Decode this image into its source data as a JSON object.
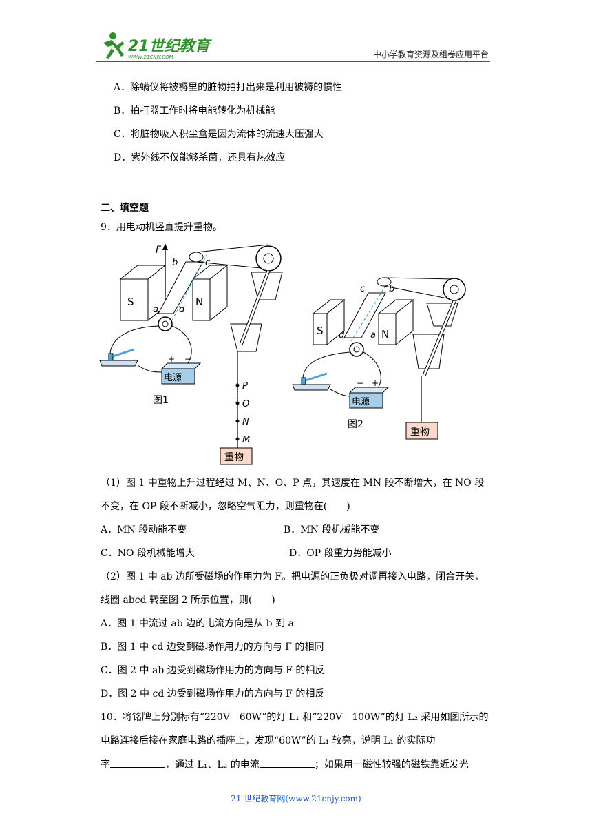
{
  "header": {
    "logo_text": "21世纪教育",
    "logo_url": "WWW.21CNJY.COM",
    "site_name": "中小学教育资源及组卷应用平台"
  },
  "options_prev": [
    "A．除螨仪将被褥里的脏物拍打出来是利用被褥的惯性",
    "B．拍打器工作时将电能转化为机械能",
    "C．将脏物吸入积尘盒是因为流体的流速大压强大",
    "D．紫外线不仅能够杀菌，还具有热效应"
  ],
  "section_title": "二、填空题",
  "q9": {
    "stem": "9．用电动机竖直提升重物。",
    "figure": {
      "fig1_label": "图1",
      "fig2_label": "图2",
      "s_label": "S",
      "n_label": "N",
      "power_label": "电源",
      "weight_label": "重物",
      "force_label": "F",
      "points": [
        "P",
        "O",
        "N",
        "M"
      ],
      "coil_labels_fig1": [
        "a",
        "b",
        "c",
        "d"
      ],
      "coil_labels_fig2": [
        "a",
        "b",
        "c",
        "d"
      ],
      "minus": "−",
      "plus": "+"
    },
    "part1_line1": "（1）图 1 中重物上升过程经过 M、N、O、P 点，其速度在 MN 段不断增大，在 NO 段",
    "part1_line2": "不变，在 OP 段不断减小，忽略空气阻力，则重物在(　　)",
    "part1_optA": "A．MN 段动能不变",
    "part1_optB": "B．MN 段机械能不变",
    "part1_optC": "C．NO 段机械能增大",
    "part1_optD": "D．OP 段重力势能减小",
    "part2_line1": "（2）图 1 中 ab 边所受磁场的作用力为 F。把电源的正负极对调再接入电路，闭合开关，",
    "part2_line2": "线圈 abcd 转至图 2 所示位置，则(　　)",
    "part2_opts": [
      "A．图 1 中流过 ab 边的电流方向是从 b 到 a",
      "B．图 1 中 cd 边受到磁场作用力的方向与 F 的相同",
      "C．图 2 中 ab 边受到磁场作用力的方向与 F 的相反",
      "D．图 2 中 cd 边受到磁场作用力的方向与 F 的相反"
    ]
  },
  "q10": {
    "line1": "10．将铭牌上分别标有“220V　60W”的灯 L₁ 和“220V　100W”的灯 L₂ 采用如图所示的",
    "line2": "电路连接后接在家庭电路的插座上，发现“60W”的 L₁ 较亮，说明 L₁ 的实际功",
    "line3_a": "率",
    "line3_b": "，通过 L₁、L₂ 的电流",
    "line3_c": "；如果用一磁性较强的磁铁靠近发光"
  },
  "footer": "21 世纪教育网(www.21cnjy.com)"
}
